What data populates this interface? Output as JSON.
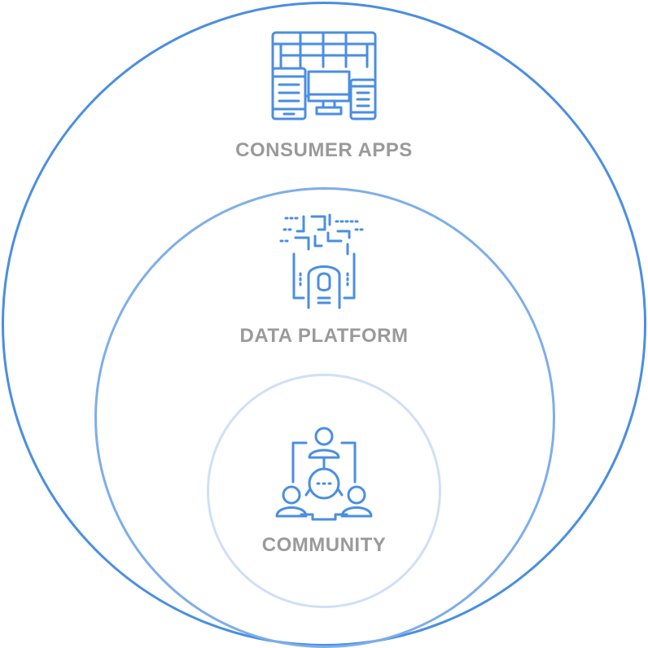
{
  "diagram": {
    "layers": [
      {
        "label": "CONSUMER APPS",
        "icon": "devices-grid-icon"
      },
      {
        "label": "DATA PLATFORM",
        "icon": "fingerprint-touch-icon"
      },
      {
        "label": "COMMUNITY",
        "icon": "people-network-icon"
      }
    ],
    "colors": {
      "outer_ring": "#4a8ee2",
      "middle_ring": "#7eaeea",
      "inner_ring": "#cfe0f6",
      "icon": "#4a8ee2",
      "label": "#9a9a9a"
    }
  }
}
